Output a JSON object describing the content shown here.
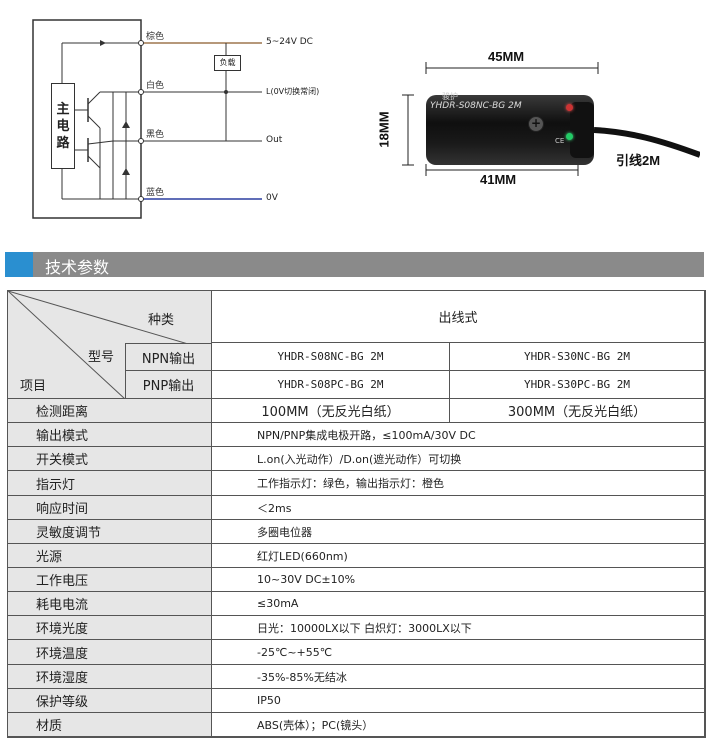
{
  "wiring": {
    "wire_labels": [
      "棕色",
      "白色",
      "黑色",
      "蓝色"
    ],
    "outputs": [
      "5~24V DC",
      "L(0V切换常闭)",
      "Out",
      "0V"
    ],
    "load_label": "负载",
    "main_circuit_label": [
      "主",
      "电",
      "路"
    ],
    "colors": {
      "brown": "#8b5a2b",
      "blue": "#2b3fa0",
      "wire": "#333333"
    }
  },
  "product": {
    "dim_top": "45MM",
    "dim_left": "18MM",
    "dim_bottom": "41MM",
    "cable_label": "引线2M",
    "model_text": "YHDR-S08NC-BG 2M",
    "brand_text": "骏护",
    "ce_text": "CE"
  },
  "section": {
    "title": "技术参数",
    "accent_color": "#2a8fd0",
    "bar_color": "#8a8a8a"
  },
  "specs": {
    "header": {
      "kind_label": "种类",
      "style_label": "出线式",
      "model_label": "型号",
      "item_label": "项目",
      "npn_label": "NPN输出",
      "pnp_label": "PNP输出"
    },
    "npn_models": [
      "YHDR-S08NC-BG 2M",
      "YHDR-S30NC-BG 2M"
    ],
    "pnp_models": [
      "YHDR-S08PC-BG 2M",
      "YHDR-S30PC-BG 2M"
    ],
    "distances": [
      "100MM（无反光白纸）",
      "300MM（无反光白纸）"
    ],
    "rows": [
      {
        "label": "检测距离"
      },
      {
        "label": "输出模式",
        "value": "NPN/PNP集成电极开路，≤100mA/30V DC"
      },
      {
        "label": "开关模式",
        "value": "L.on(入光动作）/D.on(遮光动作）可切换"
      },
      {
        "label": "指示灯",
        "value": "工作指示灯：绿色，输出指示灯：橙色"
      },
      {
        "label": "响应时间",
        "value": "＜2ms"
      },
      {
        "label": "灵敏度调节",
        "value": "多圈电位器"
      },
      {
        "label": "光源",
        "value": "红灯LED(660nm)"
      },
      {
        "label": "工作电压",
        "value": "10~30V DC±10%"
      },
      {
        "label": "耗电电流",
        "value": "≤30mA"
      },
      {
        "label": "环境光度",
        "value": "日光：10000LX以下 白炽灯：3000LX以下"
      },
      {
        "label": "环境温度",
        "value": "-25℃~+55℃"
      },
      {
        "label": "环境湿度",
        "value": "-35%-85%无结冰"
      },
      {
        "label": "保护等级",
        "value": "IP50"
      },
      {
        "label": "材质",
        "value": "ABS(壳体）；PC(镜头）"
      }
    ]
  }
}
